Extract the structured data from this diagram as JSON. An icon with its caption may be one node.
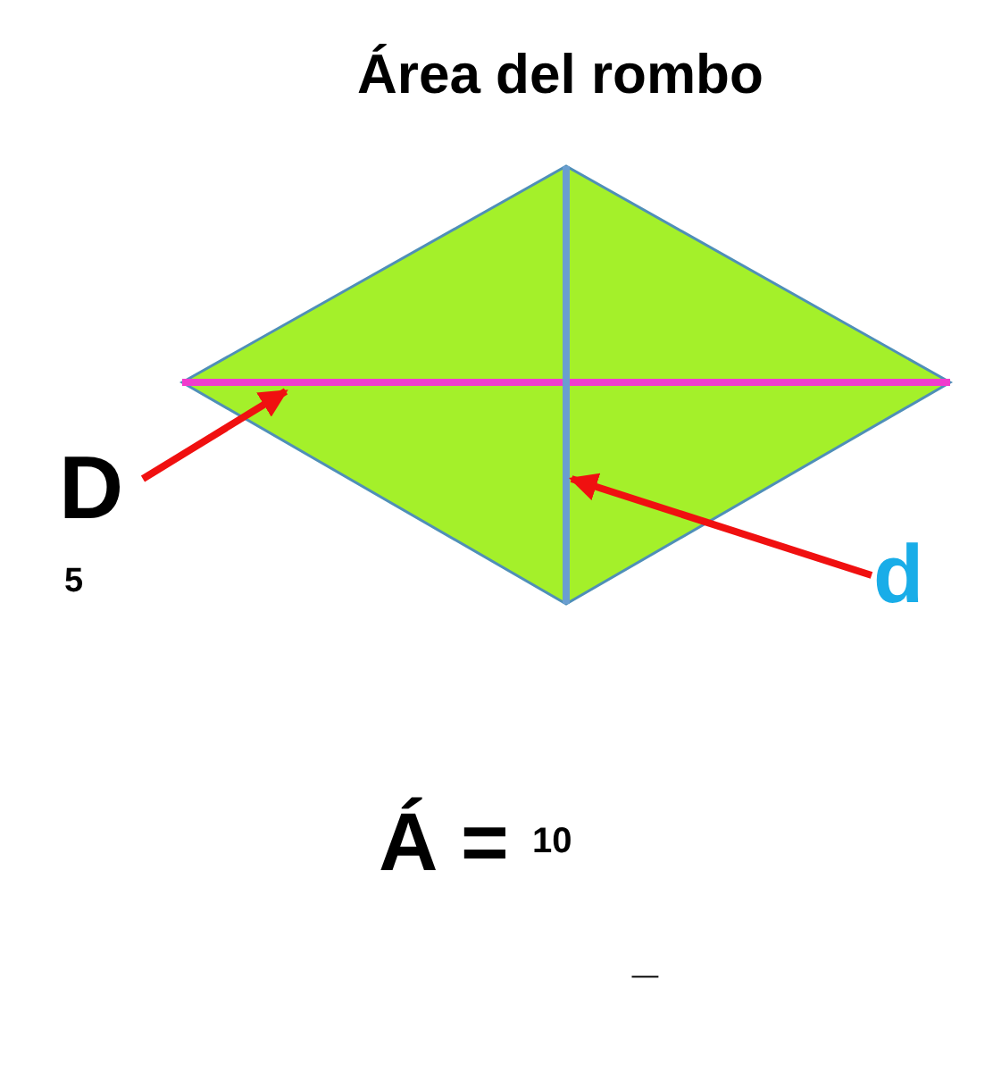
{
  "diagram": {
    "title": "Área del rombo",
    "nodes": [
      {
        "text": [
          "D"
        ]
      },
      {
        "text": [],
        "shape": "line"
      },
      {
        "text": [
          "d"
        ]
      },
      {
        "text": [],
        "shape": "line"
      }
    ],
    "edges": [
      {
        "from": 0,
        "to": 1,
        "arrow": "to"
      },
      {
        "from": 2,
        "to": 3,
        "arrow": "to"
      }
    ],
    "labels": [
      "5",
      "Á =",
      "10",
      "_"
    ]
  }
}
